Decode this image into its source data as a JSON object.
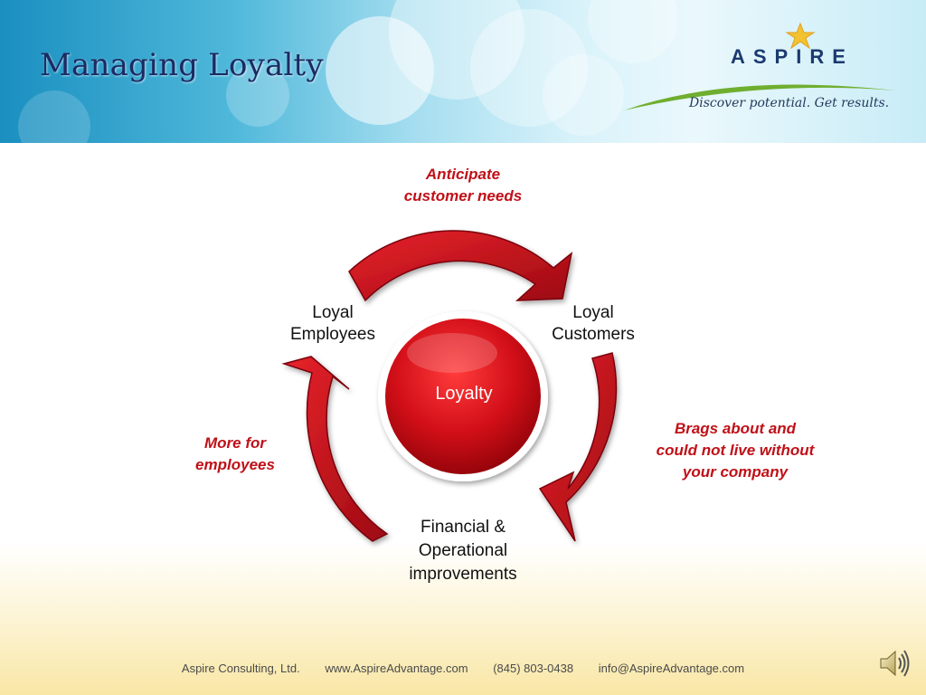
{
  "title": "Managing Loyalty",
  "logo": {
    "name": "ASPIRE",
    "tagline": "Discover potential. Get results.",
    "colors": {
      "navy": "#1b3a6f",
      "star": "#f2c230",
      "swoosh": "#6fae2f"
    }
  },
  "diagram": {
    "center": "Loyalty",
    "nodes": {
      "employees": [
        "Loyal",
        "Employees"
      ],
      "customers": [
        "Loyal",
        "Customers"
      ],
      "financial": [
        "Financial &",
        "Operational",
        "improvements"
      ]
    },
    "notes": {
      "anticipate": [
        "Anticipate",
        "customer needs"
      ],
      "brags": [
        "Brags about and",
        "could not live without",
        "your company"
      ],
      "more": [
        "More for",
        "employees"
      ]
    },
    "colors": {
      "arrow": "#c8101a",
      "note_text": "#c01018"
    }
  },
  "footer": {
    "company": "Aspire Consulting, Ltd.",
    "website": "www.AspireAdvantage.com",
    "phone": "(845) 803-0438",
    "email": "info@AspireAdvantage.com"
  },
  "icons": {
    "speaker": "speaker-icon"
  }
}
